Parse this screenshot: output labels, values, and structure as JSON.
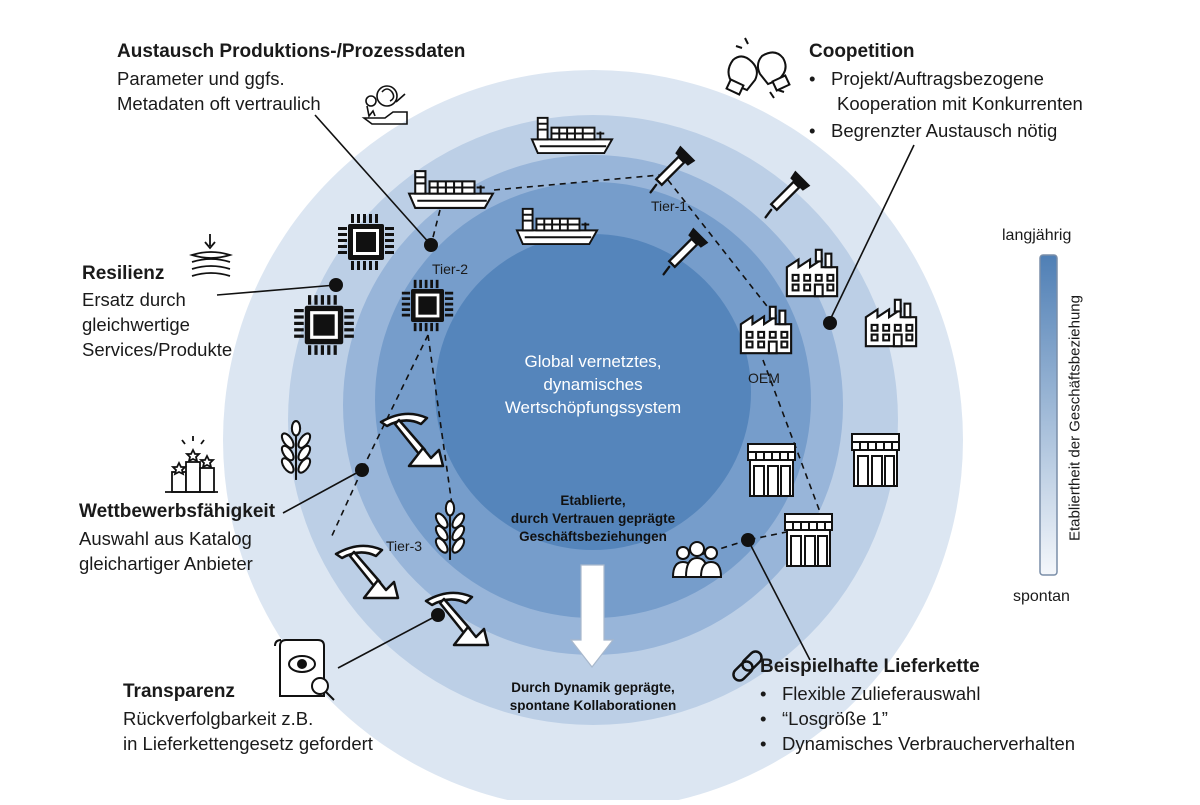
{
  "callouts": {
    "austausch": {
      "title": "Austausch Produktions-/Prozessdaten",
      "line1": "Parameter und ggfs.",
      "line2": "Metadaten oft vertraulich"
    },
    "coopetition": {
      "title": "Coopetition",
      "bullet1_line1": "Projekt/Auftragsbezogene",
      "bullet1_line2": "Kooperation mit Konkurrenten",
      "bullet2": "Begrenzter Austausch nötig"
    },
    "resilienz": {
      "title": "Resilienz",
      "line1": "Ersatz durch",
      "line2": "gleichwertige",
      "line3": "Services/Produkte"
    },
    "wettbewerb": {
      "title": "Wettbewerbsfähigkeit",
      "line1": "Auswahl aus Katalog",
      "line2": "gleichartiger Anbieter"
    },
    "transparenz": {
      "title": "Transparenz",
      "line1": "Rückverfolgbarkeit z.B.",
      "line2": "in Lieferkettengesetz gefordert"
    },
    "lieferkette": {
      "title": "Beispielhafte Lieferkette",
      "bullet1": "Flexible Zulieferauswahl",
      "bullet2": "“Losgröße 1”",
      "bullet3": "Dynamisches Verbraucherverhalten"
    }
  },
  "diagram": {
    "center_line1": "Global vernetztes,",
    "center_line2": "dynamisches",
    "center_line3": "Wertschöpfungssystem",
    "inner_ring_line1": "Etablierte,",
    "inner_ring_line2": "durch Vertrauen geprägte",
    "inner_ring_line3": "Geschäftsbeziehungen",
    "outer_ring_line1": "Durch Dynamik geprägte,",
    "outer_ring_line2": "spontane Kollaborationen",
    "tier1": "Tier-1",
    "tier2": "Tier-2",
    "tier3": "Tier-3",
    "oem": "OEM"
  },
  "scale": {
    "top_label": "langjährig",
    "bottom_label": "spontan",
    "axis_label": "Etabliertheit der Geschäftsbeziehung"
  },
  "colors": {
    "ring_outer": "#dce6f2",
    "ring_2": "#bccfe6",
    "ring_3": "#98b5d9",
    "ring_4": "#769dcb",
    "core": "#5585bb",
    "scale_top": "#4f7fb5",
    "scale_bottom": "#f4f7fb"
  }
}
